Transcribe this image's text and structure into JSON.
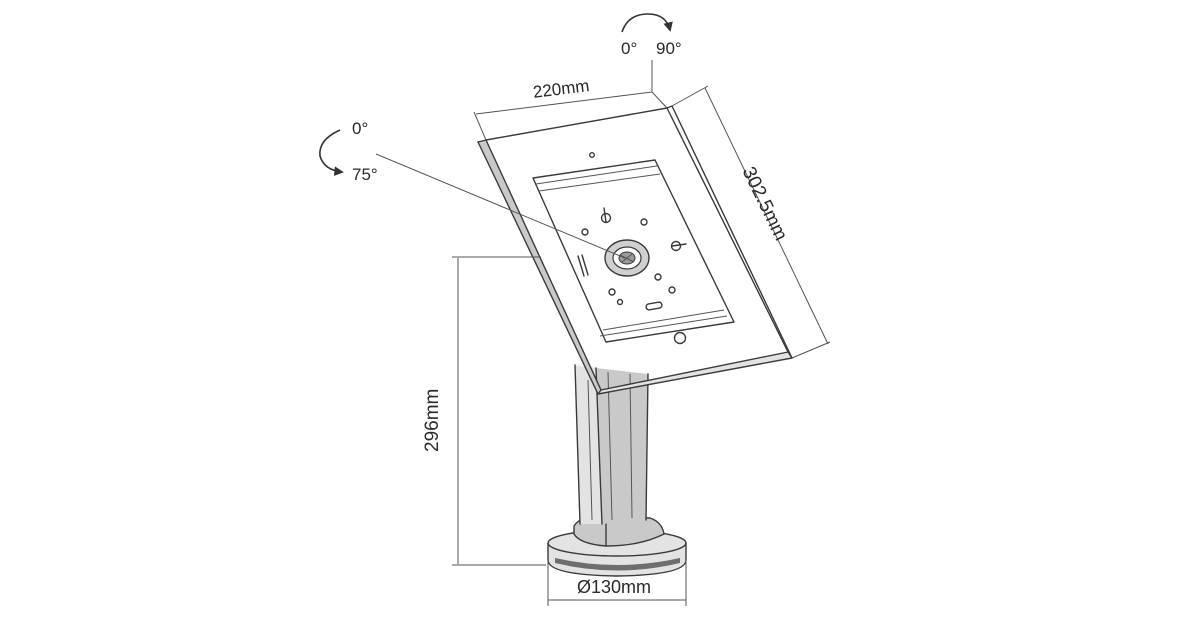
{
  "diagram": {
    "dimensions": {
      "frame_width": "220mm",
      "frame_height": "302.5mm",
      "stand_height": "296mm",
      "base_diameter": "Ø130mm"
    },
    "rotation": {
      "start": "0°",
      "end": "90°"
    },
    "tilt": {
      "start": "0°",
      "end": "75°"
    }
  }
}
